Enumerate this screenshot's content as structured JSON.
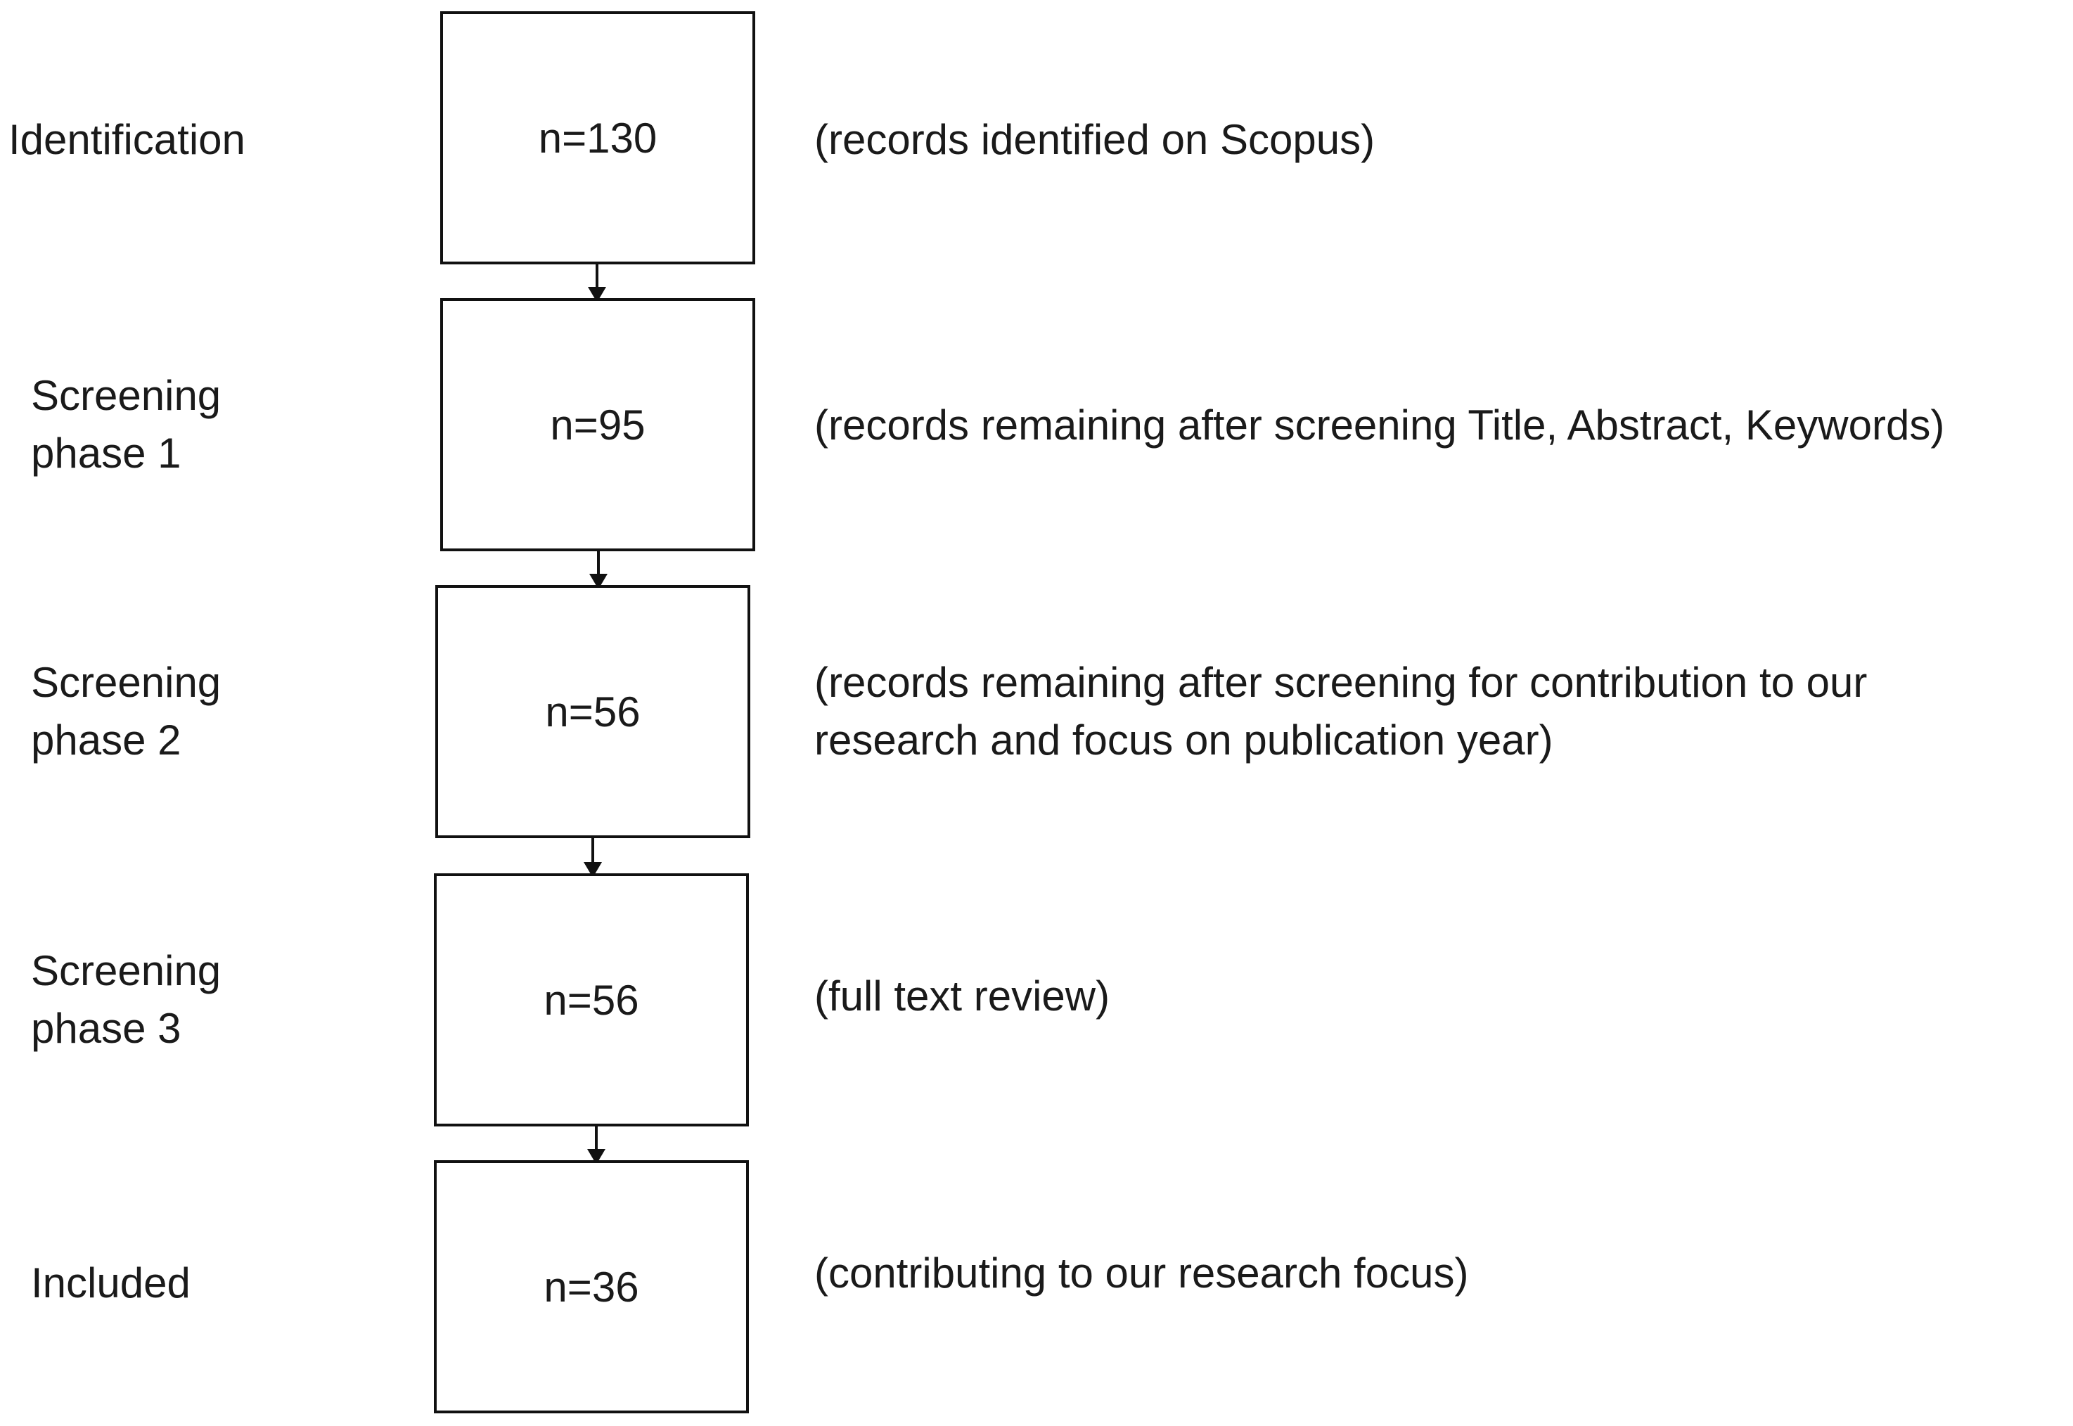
{
  "stages": [
    {
      "label": "Identification",
      "count": "n=130",
      "description": [
        "(records identified on Scopus)"
      ]
    },
    {
      "label": "Screening\nphase 1",
      "count": "n=95",
      "description": [
        "(records remaining after screening Title, Abstract, Keywords)"
      ]
    },
    {
      "label": "Screening\nphase 2",
      "count": "n=56",
      "description": [
        "(records remaining after screening for contribution to our",
        "research and focus on publication year)"
      ]
    },
    {
      "label": "Screening\nphase 3",
      "count": "n=56",
      "description": [
        "(full text review)"
      ]
    },
    {
      "label": "Included",
      "count": "n=36",
      "description": [
        "(contributing to our research focus)"
      ]
    }
  ]
}
